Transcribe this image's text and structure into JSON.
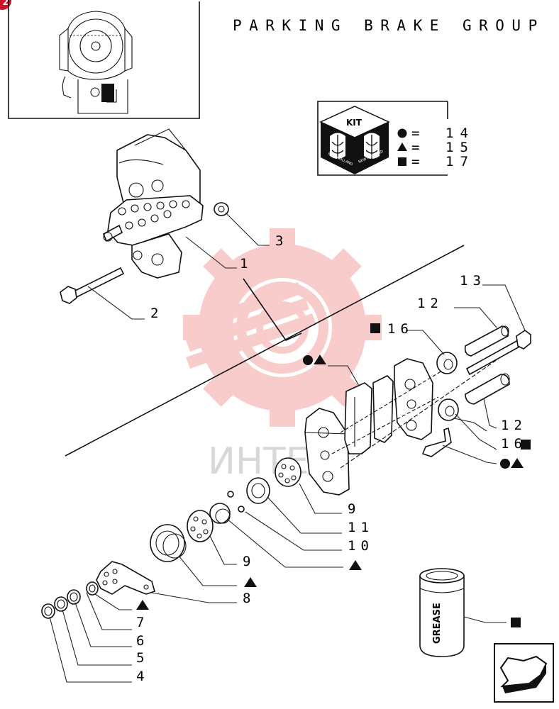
{
  "title": "PARKING BRAKE GROUP",
  "page_badge": "2",
  "watermark_text": "ИНТЕХ",
  "kit": {
    "heading": "KIT",
    "brand": "NEW HOLLAND",
    "entries": [
      {
        "symbol": "circle",
        "eq": "=",
        "value": "14"
      },
      {
        "symbol": "triangle",
        "eq": "=",
        "value": "15"
      },
      {
        "symbol": "square",
        "eq": "=",
        "value": "17"
      }
    ]
  },
  "grease_label": "GREASE",
  "callouts": {
    "c1": "1",
    "c2": "2",
    "c3": "3",
    "c4": "4",
    "c5": "5",
    "c6": "6",
    "c7": "7",
    "c8": "8",
    "c9a": "9",
    "c9b": "9",
    "c10": "10",
    "c11": "11",
    "c12a": "12",
    "c12b": "12",
    "c13": "13",
    "c16a": "16",
    "c16b": "16"
  },
  "colors": {
    "badge": "#d0112b",
    "watermark": "#f5a3a3",
    "ink": "#111111"
  },
  "icons": [
    "parking-brake-detail-thumbnail",
    "new-holland-kit-cube",
    "grease-tube",
    "next-page-arrow-icon"
  ]
}
